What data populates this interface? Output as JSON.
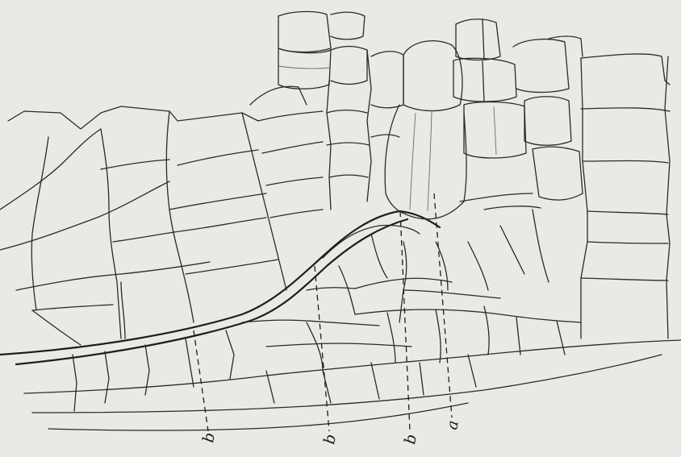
{
  "figure": {
    "labels": [
      {
        "id": "b1",
        "text": "b"
      },
      {
        "id": "b2",
        "text": "b"
      },
      {
        "id": "b3",
        "text": "b"
      },
      {
        "id": "a",
        "text": "a"
      }
    ]
  }
}
